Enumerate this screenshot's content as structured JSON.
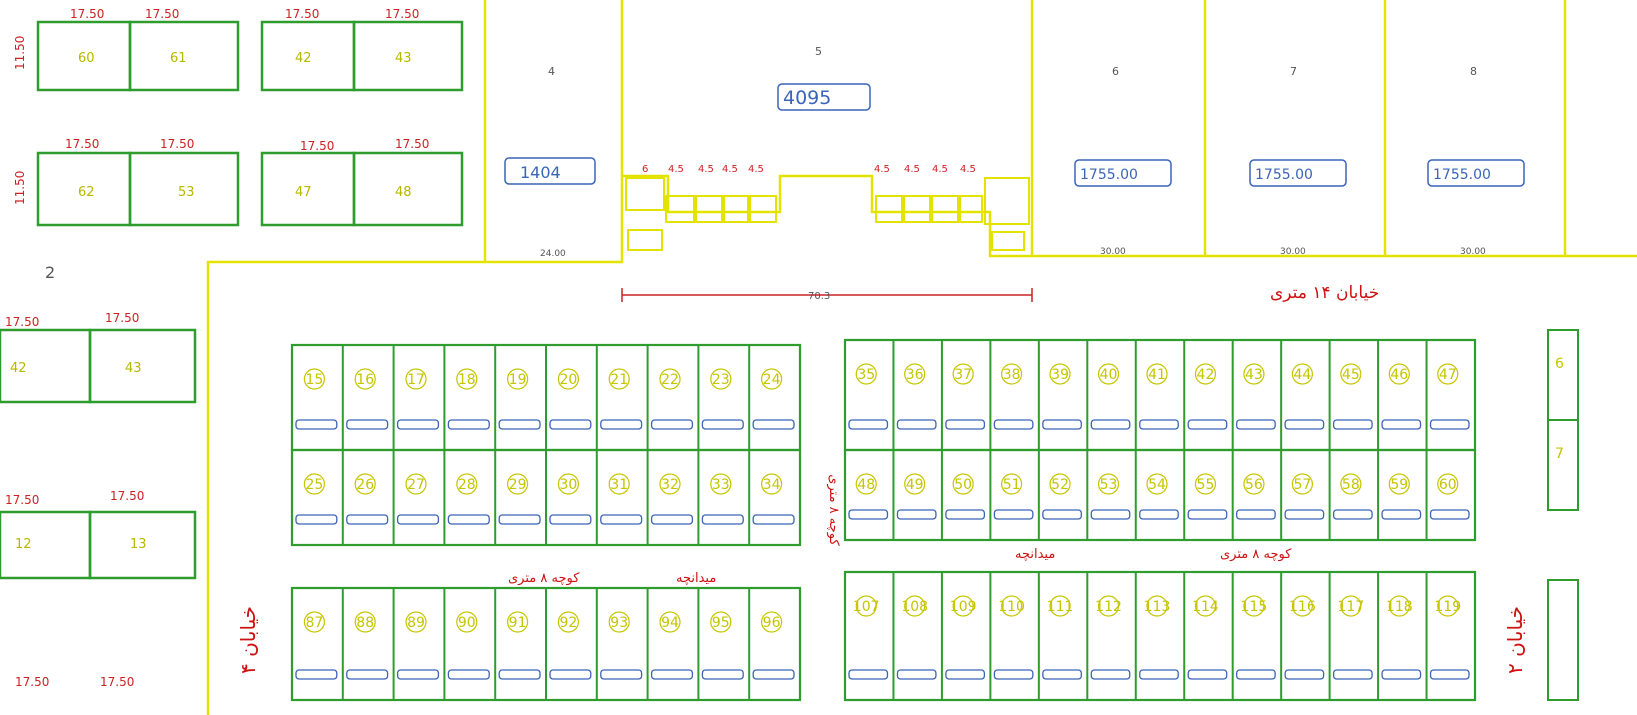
{
  "colors": {
    "boundary": "#e3e300",
    "parcel": "#2e9d2e",
    "dimension": "#cc2222",
    "area_box": "#3a64b8",
    "label": "#c5c500"
  },
  "top_block": {
    "parcels": [
      {
        "number": "4",
        "area": "1404",
        "frontage": "24.00"
      },
      {
        "number": "5",
        "area": "4095",
        "frontage": "70.3"
      },
      {
        "number": "6",
        "area": "1755.00",
        "frontage": "30.00"
      },
      {
        "number": "7",
        "area": "1755.00",
        "frontage": "30.00"
      },
      {
        "number": "8",
        "area": "1755.00",
        "frontage": "30.00"
      }
    ],
    "small_lot_widths": [
      "6",
      "4.5",
      "4.5",
      "4.5",
      "4.5"
    ]
  },
  "left_blocks": [
    {
      "dims": [
        "17.50",
        "17.50"
      ],
      "lots": [
        "60",
        "61"
      ],
      "side": "11.50"
    },
    {
      "dims": [
        "17.50",
        "17.50"
      ],
      "lots": [
        "42",
        "43"
      ]
    },
    {
      "dims": [
        "17.50",
        "17.50"
      ],
      "lots": [
        "62",
        "53"
      ],
      "side": "11.50"
    },
    {
      "dims": [
        "17.50",
        "17.50"
      ],
      "lots": [
        "47",
        "48"
      ]
    },
    {
      "dims": [
        "17.50",
        "17.50"
      ],
      "lots": [
        "42",
        "43"
      ]
    },
    {
      "dims": [
        "17.50",
        "17.50"
      ],
      "lots": [
        "12",
        "13"
      ]
    }
  ],
  "block_label": "2",
  "bottom_dims": [
    "17.50",
    "17.50"
  ],
  "streets": {
    "main_14m": "خیابان ۱۴ متری",
    "alley_8m_left": "کوچه ۸ متری",
    "alley_8m_right": "کوچه ۸ متری",
    "alley_8m_vertical": "کوچه ۸ متری",
    "square_left": "میدانچه",
    "square_right": "میدانچه",
    "street_4": "خیابان ۴",
    "street_2": "خیابان ۲"
  },
  "block_a": {
    "row1": [
      "15",
      "16",
      "17",
      "18",
      "19",
      "20",
      "21",
      "22",
      "23",
      "24"
    ],
    "row2": [
      "25",
      "26",
      "27",
      "28",
      "29",
      "30",
      "31",
      "32",
      "33",
      "34"
    ],
    "row3": [
      "87",
      "88",
      "89",
      "90",
      "91",
      "92",
      "93",
      "94",
      "95",
      "96"
    ]
  },
  "block_b": {
    "row1": [
      "35",
      "36",
      "37",
      "38",
      "39",
      "40",
      "41",
      "42",
      "43",
      "44",
      "45",
      "46",
      "47"
    ],
    "row2": [
      "48",
      "49",
      "50",
      "51",
      "52",
      "53",
      "54",
      "55",
      "56",
      "57",
      "58",
      "59",
      "60"
    ],
    "row3": [
      "107",
      "108",
      "109",
      "110",
      "111",
      "112",
      "113",
      "114",
      "115",
      "116",
      "117",
      "118",
      "119"
    ]
  },
  "right_edge": [
    "6",
    "7"
  ]
}
